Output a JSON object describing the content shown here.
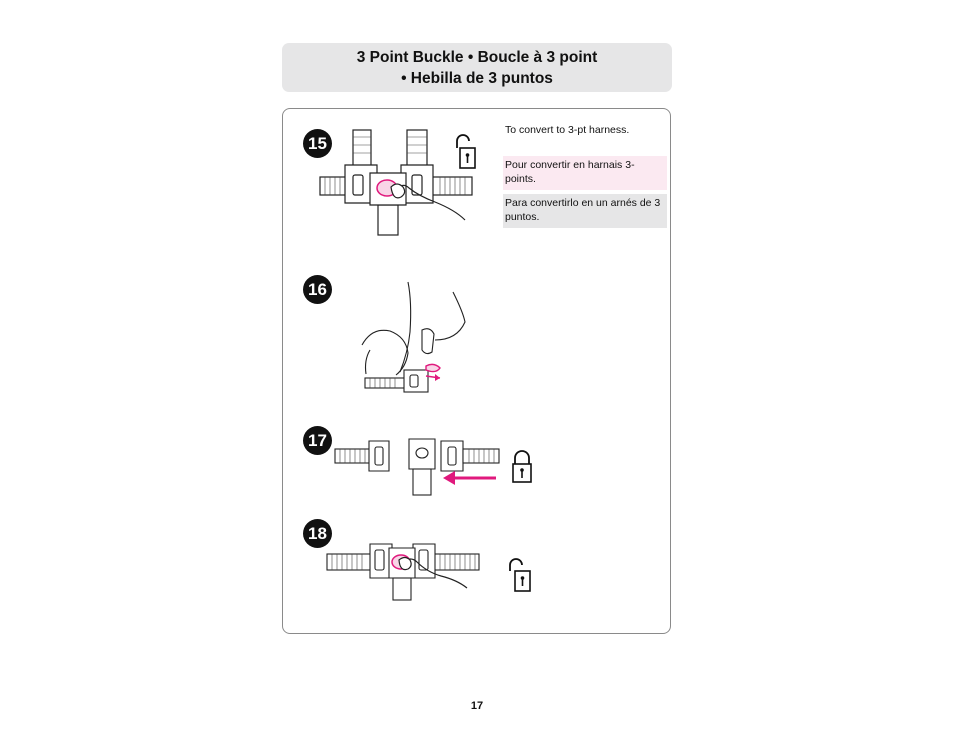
{
  "title": {
    "line1": "3 Point Buckle  •  Boucle à 3 point",
    "line2": "•  Hebilla de 3 puntos"
  },
  "steps": [
    {
      "number": "15",
      "illustration": "unbuckle-center-release-press",
      "lock_icon": "unlocked-padlock-icon"
    },
    {
      "number": "16",
      "illustration": "detach-crotch-buckle-clip"
    },
    {
      "number": "17",
      "illustration": "slide-side-buckle-arrow-left",
      "lock_icon": "locked-padlock-icon"
    },
    {
      "number": "18",
      "illustration": "rebuckle-center-release-press",
      "lock_icon": "unlocked-padlock-icon"
    }
  ],
  "instructions": {
    "en": "To convert to 3-pt harness.",
    "fr": "Pour convertir en harnais 3-points.",
    "es": "Para convertirlo en un arnés de 3 puntos."
  },
  "colors": {
    "accent_magenta": "#e0197d",
    "banner_gray": "#e6e6e7",
    "french_box_pink": "#fbe9f1",
    "spanish_box_gray": "#e6e6e7"
  },
  "page_number": "17"
}
